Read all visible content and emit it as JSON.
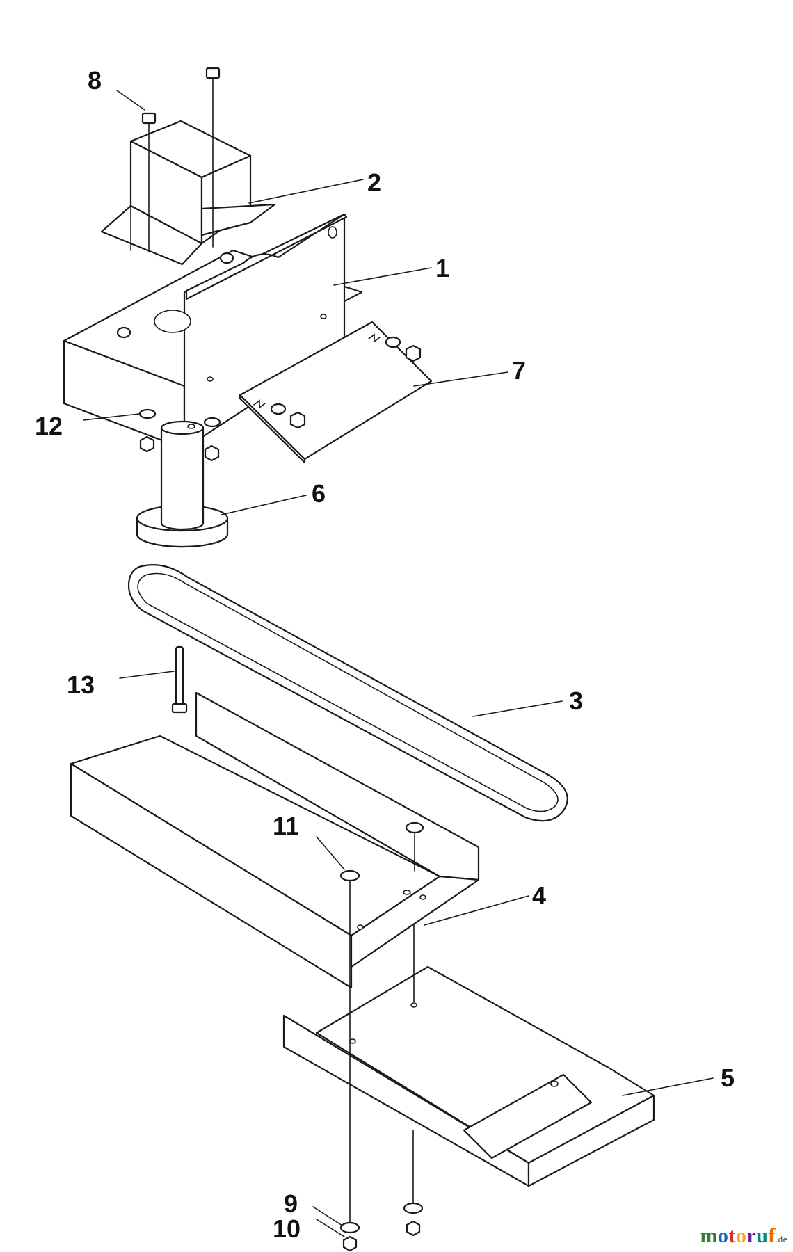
{
  "callouts": {
    "c1": "1",
    "c2": "2",
    "c3": "3",
    "c4": "4",
    "c5": "5",
    "c6": "6",
    "c7": "7",
    "c8": "8",
    "c9": "9",
    "c10": "10",
    "c11": "11",
    "c12": "12",
    "c13": "13"
  },
  "watermark": {
    "letters": [
      "m",
      "o",
      "t",
      "o",
      "r",
      "u",
      "f"
    ],
    "colors": [
      "#2e7d32",
      "#1565c0",
      "#d32f2f",
      "#f9a825",
      "#6a1b9a",
      "#00897b",
      "#ef6c00"
    ],
    "suffix": ".de"
  }
}
